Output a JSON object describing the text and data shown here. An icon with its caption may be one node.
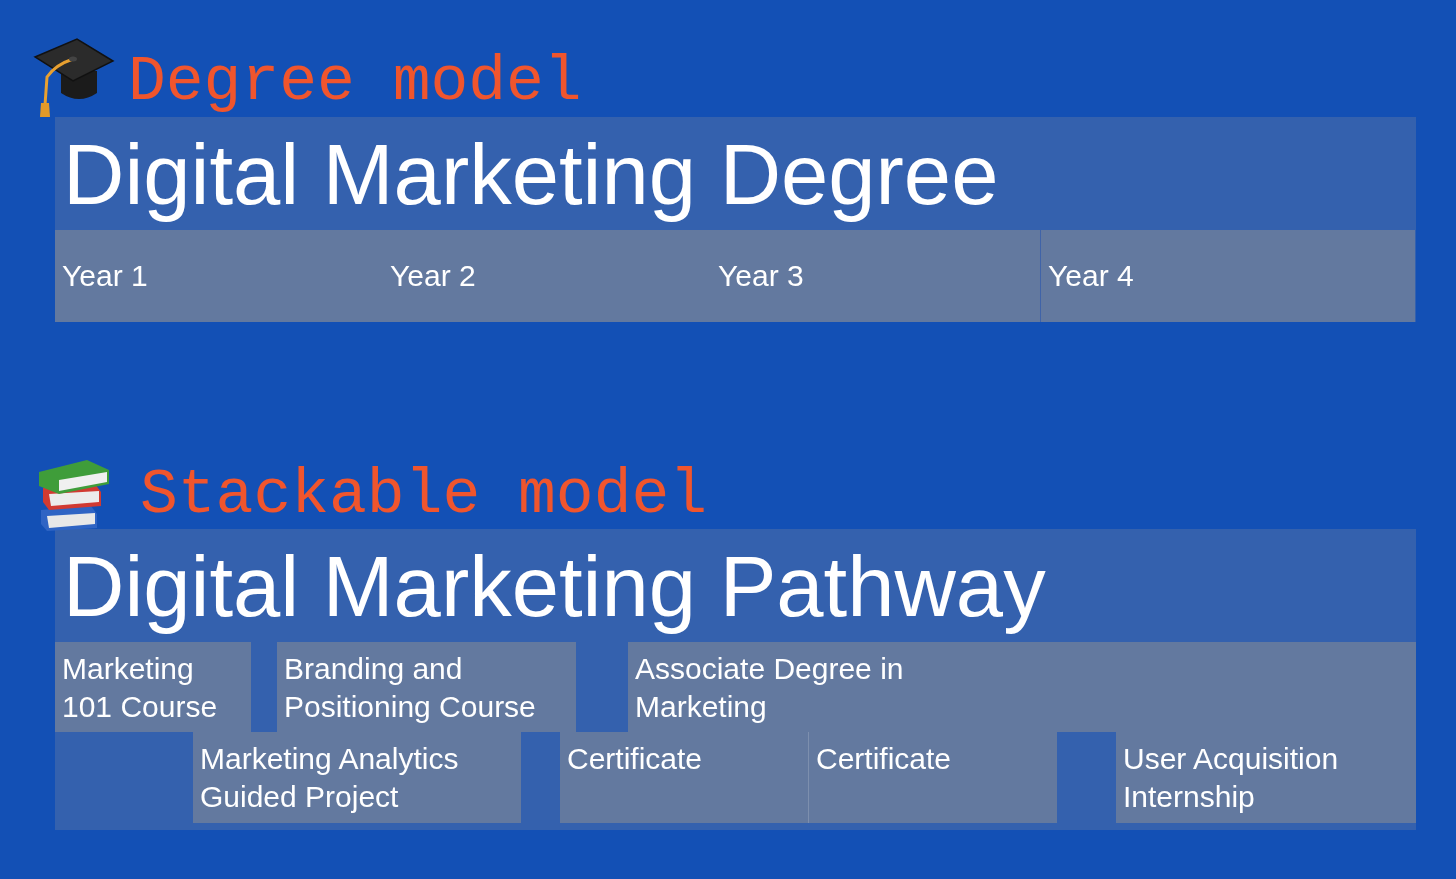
{
  "diagram": {
    "nodes": [
      {
        "text": [
          "Digital Marketing Degree"
        ]
      },
      {
        "text": [
          "Year 1"
        ],
        "in": 0
      },
      {
        "text": [
          "Year 2"
        ],
        "in": 0
      },
      {
        "text": [
          "Year 3"
        ],
        "in": 0
      },
      {
        "text": [
          "Year 4"
        ],
        "in": 0
      },
      {
        "text": [
          "Digital Marketing Pathway"
        ]
      },
      {
        "text": [
          "Marketing 101 Course"
        ],
        "in": 5
      },
      {
        "text": [
          "Branding and Positioning Course"
        ],
        "in": 5
      },
      {
        "text": [
          "Associate Degree in Marketing"
        ],
        "in": 5
      },
      {
        "text": [
          "Marketing Analytics Guided Project"
        ],
        "in": 5
      },
      {
        "text": [
          "Certificate"
        ],
        "in": 5
      },
      {
        "text": [
          "Certificate"
        ],
        "in": 5
      },
      {
        "text": [
          "User Acquisition Internship"
        ],
        "in": 5
      }
    ],
    "labels": [
      "Degree model",
      "Stackable model"
    ]
  }
}
